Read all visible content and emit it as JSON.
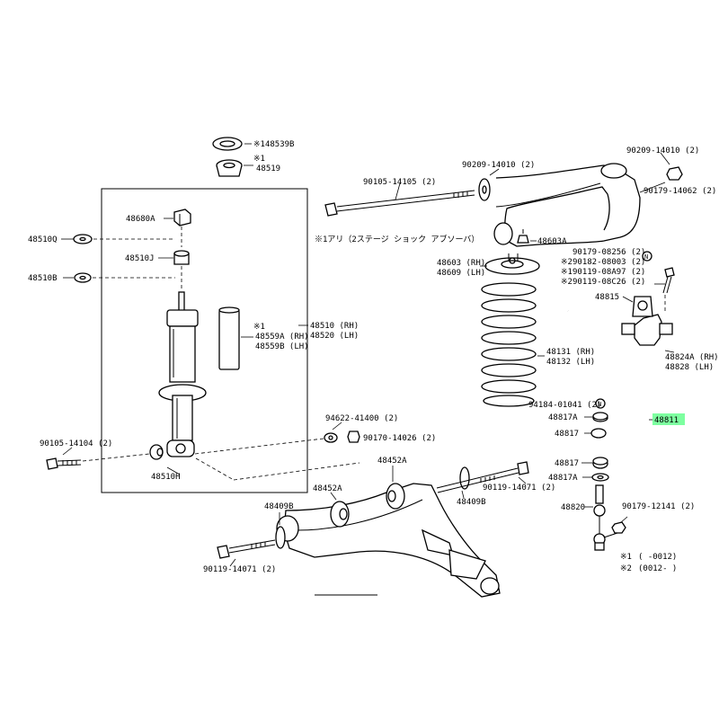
{
  "note": {
    "line1": "※1アリ（2ステージ ショック アブソーバ）"
  },
  "legend": {
    "row1_mark": "※1",
    "row1_range": "(      -0012)",
    "row2_mark": "※2",
    "row2_range": "(0012-      )"
  },
  "parts": {
    "p148539B": "※148539B",
    "p48519_mark": "※1",
    "p48519": "48519",
    "p48680A": "48680A",
    "p48510Q": "48510Q",
    "p48510J": "48510J",
    "p48510B": "48510B",
    "p48559_mark": "※1",
    "p48559A": "48559A (RH)",
    "p48559B": "48559B (LH)",
    "p48510RH": "48510 (RH)",
    "p48520LH": "48520 (LH)",
    "p90105_14104": "90105-14104 (2)",
    "p48510H": "48510H",
    "p94622": "94622-41400 (2)",
    "p90170": "90170-14026 (2)",
    "p90105_14105": "90105-14105 (2)",
    "p90209_14010a": "90209-14010 (2)",
    "p90209_14010b": "90209-14010 (2)",
    "p90179_14062": "90179-14062 (2)",
    "p48603A": "48603A",
    "p48603": "48603 (RH)",
    "p48609": "48609 (LH)",
    "p48131": "48131 (RH)",
    "p48132": "48132 (LH)",
    "p90179_08256": "90179-08256 (2)",
    "p90182_mark": "※2",
    "p90182": "90182-08003 (2)",
    "p90119_08A97_mark": "※1",
    "p90119_08A97": "90119-08A97 (2)",
    "p90119_08C26_mark": "※2",
    "p90119_08C26": "90119-08C26 (2)",
    "p48815": "48815",
    "p48824A": "48824A (RH)",
    "p48828": "48828  (LH)",
    "p94184": "94184-01041 (2)",
    "p48817A_top": "48817A",
    "p48817_top": "48817",
    "p48811": "48811",
    "p48817_bot": "48817",
    "p48817A_bot": "48817A",
    "p48820": "48820",
    "p90179_12141": "90179-12141 (2)",
    "p48452A_top": "48452A",
    "p48452A_left": "48452A",
    "p48409B_left": "48409B",
    "p48409B_mid": "48409B",
    "p90119_14071_right": "90119-14071 (2)",
    "p90119_14071_left": "90119-14071 (2)"
  },
  "highlight_color": "#7dffa0"
}
